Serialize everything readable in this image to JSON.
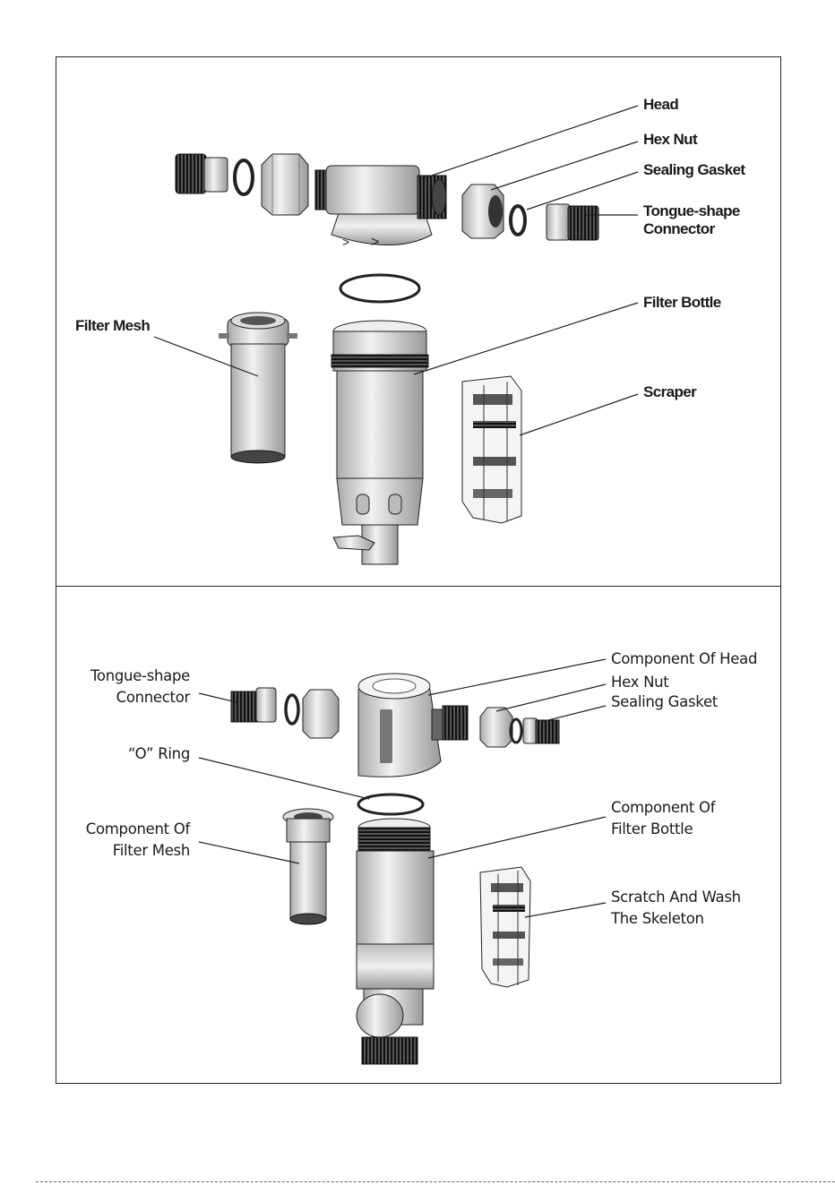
{
  "top_diagram": {
    "labels": {
      "head": "Head",
      "hex_nut": "Hex Nut",
      "sealing_gasket": "Sealing Gasket",
      "tongue_connector_1": "Tongue-shape",
      "tongue_connector_2": "Connector",
      "filter_bottle": "Filter Bottle",
      "filter_mesh": "Filter Mesh",
      "scraper": "Scraper"
    }
  },
  "bottom_diagram": {
    "labels": {
      "tongue_connector_1": "Tongue-shape",
      "tongue_connector_2": "Connector",
      "o_ring": "“O” Ring",
      "filter_mesh_1": "Component Of",
      "filter_mesh_2": "Filter Mesh",
      "head": "Component Of Head",
      "hex_nut": "Hex Nut",
      "sealing_gasket": "Sealing Gasket",
      "filter_bottle_1": "Component Of",
      "filter_bottle_2": "Filter Bottle",
      "skeleton_1": "Scratch And Wash",
      "skeleton_2": "The Skeleton"
    }
  }
}
